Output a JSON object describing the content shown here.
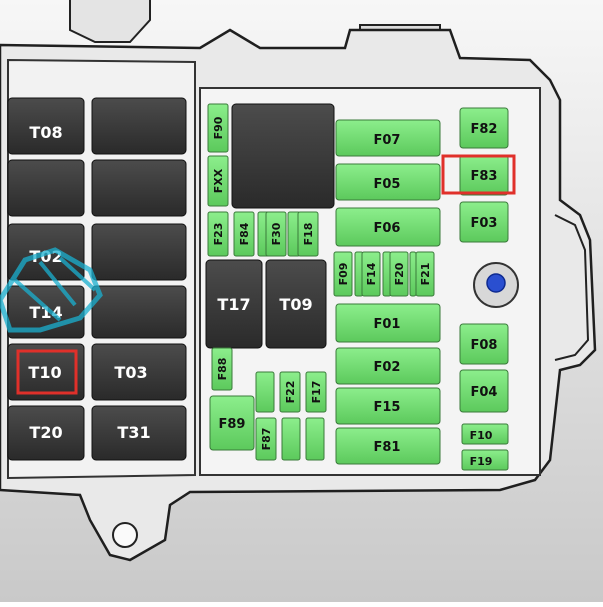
{
  "colors": {
    "fuse": "#77e077",
    "fuse_edge": "#3a7a3a",
    "relay": "#3a3a3a",
    "relay_top": "#4a4a4a",
    "housing": "#e6e6e6",
    "housing_edge": "#222222",
    "highlight": "#e0302a",
    "bolt": "#2a4fd0",
    "watermark": "#1ab0d0"
  },
  "relays": {
    "t08": "T08",
    "t02": "T02",
    "t14": "T14",
    "t10": "T10",
    "t03": "T03",
    "t20": "T20",
    "t31": "T31",
    "t17": "T17",
    "t09": "T09"
  },
  "fuses": {
    "f90": "F90",
    "fxx": "FXX",
    "f07": "F07",
    "f05": "F05",
    "f06": "F06",
    "f82": "F82",
    "f83": "F83",
    "f03": "F03",
    "f23": "F23",
    "f84": "F84",
    "f30": "F30",
    "f18": "F18",
    "f09": "F09",
    "f14": "F14",
    "f20": "F20",
    "f21": "F21",
    "f01": "F01",
    "f02": "F02",
    "f15": "F15",
    "f81": "F81",
    "f08": "F08",
    "f04": "F04",
    "f10": "F10",
    "f19": "F19",
    "f88": "F88",
    "f22": "F22",
    "f17": "F17",
    "f89": "F89",
    "f87": "F87"
  },
  "highlighted": [
    "T10",
    "F83"
  ]
}
